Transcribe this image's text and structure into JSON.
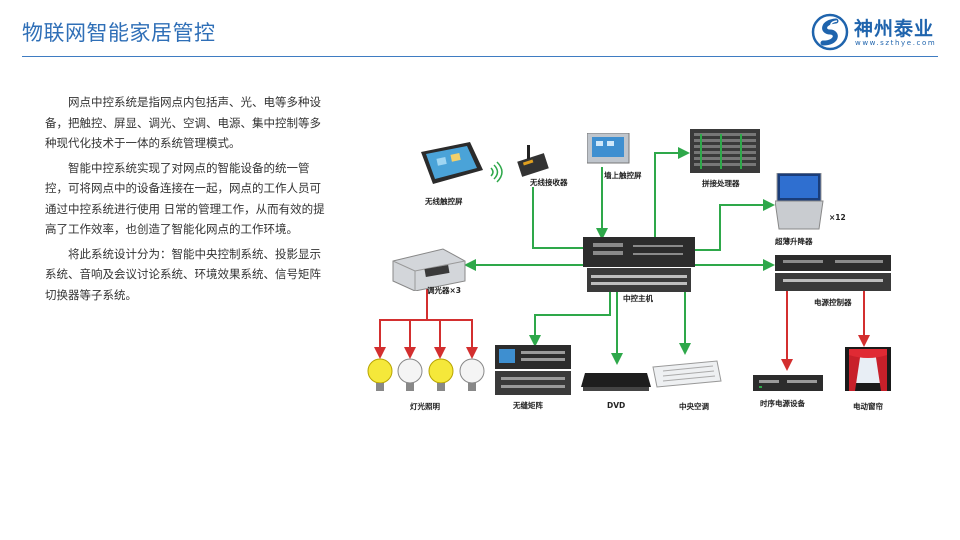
{
  "header": {
    "title": "物联网智能家居管控",
    "logo": {
      "name": "神州泰业",
      "url": "www.szthye.com"
    }
  },
  "body": {
    "paragraphs": [
      "网点中控系统是指网点内包括声、光、电等多种设备，把触控、屏显、调光、空调、电源、集中控制等多种现代化技术于一体的系统管理模式。",
      "智能中控系统实现了对网点的智能设备的统一管控，可将网点中的设备连接在一起，网点的工作人员可通过中控系统进行使用 日常的管理工作，从而有效的提高了工作效率，也创造了智能化网点的工作环境。",
      "将此系统设计分为：智能中央控制系统、投影显示系统、音响及会议讨论系统、环境效果系统、信号矩阵切换器等子系统。"
    ]
  },
  "diagram": {
    "labels": {
      "wireless_panel": "无线触控屏",
      "wireless_receiver": "无线接收器",
      "wall_panel": "墙上触控屏",
      "splice_processor": "拼接处理器",
      "lift": "超薄升降器",
      "lift_count": "×12",
      "dimmer": "调光器×3",
      "host": "中控主机",
      "power_controller": "电源控制器",
      "lighting": "灯光照明",
      "matrix": "无缝矩阵",
      "dvd": "DVD",
      "ac": "中央空调",
      "sequencer": "时序电源设备",
      "curtain": "电动窗帘"
    },
    "colors": {
      "green_link": "#2ea84a",
      "red_link": "#d32f2f"
    }
  }
}
